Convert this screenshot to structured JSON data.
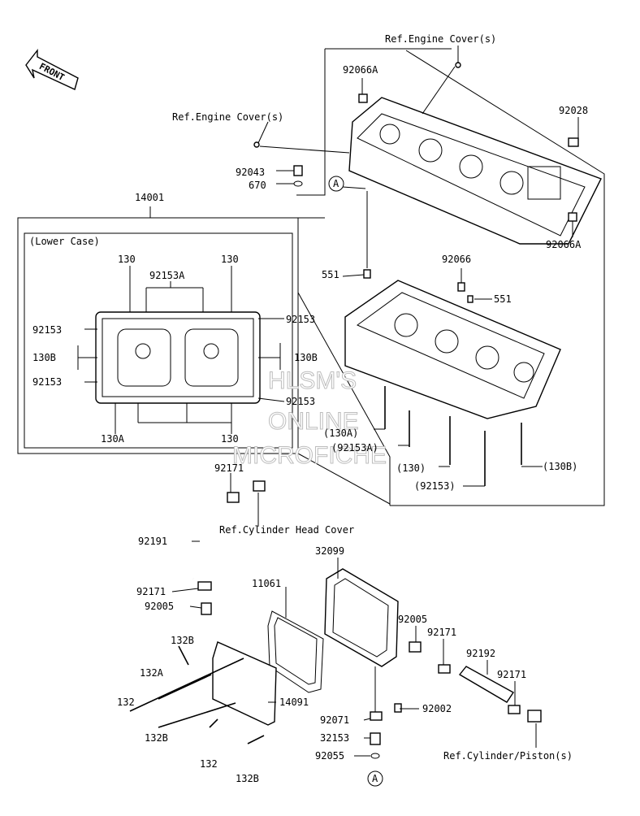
{
  "watermark": {
    "line1": "HLSM'S",
    "line2": "ONLINE",
    "line3": "MICROFICHE"
  },
  "front_arrow": "FRONT",
  "refs": {
    "engine_cover_top": "Ref.Engine Cover(s)",
    "engine_cover_mid": "Ref.Engine Cover(s)",
    "cylinder_head_cover": "Ref.Cylinder Head Cover",
    "cylinder_piston": "Ref.Cylinder/Piston(s)"
  },
  "lower_case": {
    "title": "(Lower Case)",
    "group_number": "14001"
  },
  "circle_marker": "A",
  "labels": {
    "p92066A_top": "92066A",
    "p92028": "92028",
    "p92043": "92043",
    "p670": "670",
    "p92066A_right": "92066A",
    "p551_left": "551",
    "p92066": "92066",
    "p551_right": "551",
    "lc_130_l": "130",
    "lc_130_r": "130",
    "lc_92153A": "92153A",
    "lc_92153_tl": "92153",
    "lc_92153_tr": "92153",
    "lc_130B_l": "130B",
    "lc_130B_r": "130B",
    "lc_92153_bl": "92153",
    "lc_92153_br": "92153",
    "lc_130A": "130A",
    "lc_130_b": "130",
    "b_130A": "(130A)",
    "b_92153A": "(92153A)",
    "b_130": "(130)",
    "b_130B": "(130B)",
    "b_92153": "(92153)",
    "p92171_top": "92171",
    "p92191": "92191",
    "p32099": "32099",
    "p11061": "11061",
    "p92171_mid": "92171",
    "p92005_l": "92005",
    "p92005_r": "92005",
    "p92171_r": "92171",
    "p132B_1": "132B",
    "p92192": "92192",
    "p92171_rr": "92171",
    "p132A": "132A",
    "p14091": "14091",
    "p132_l": "132",
    "p92071": "92071",
    "p92002": "92002",
    "p32153": "32153",
    "p132B_2": "132B",
    "p132_b": "132",
    "p92055": "92055",
    "p132B_3": "132B"
  }
}
